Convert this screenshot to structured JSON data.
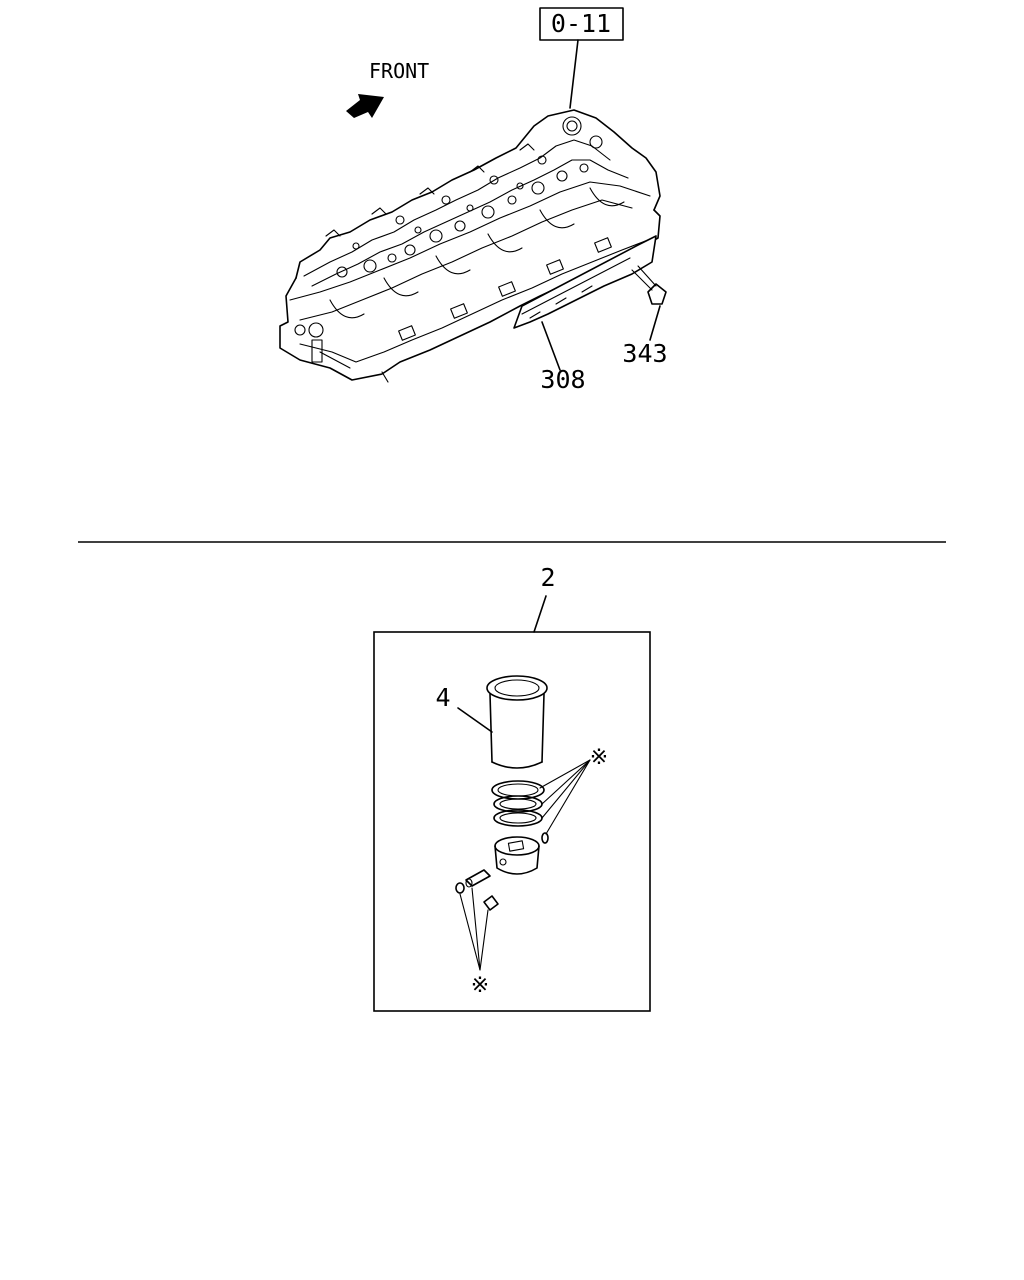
{
  "upper_assembly": {
    "reference_box_label": "0-11",
    "direction_label": "FRONT",
    "callouts": [
      {
        "id": "308",
        "label": "308"
      },
      {
        "id": "343",
        "label": "343"
      }
    ]
  },
  "lower_assembly": {
    "kit_label": "2",
    "liner_label": "4",
    "asterisk_mark_top": "※",
    "asterisk_mark_bottom": "※"
  }
}
